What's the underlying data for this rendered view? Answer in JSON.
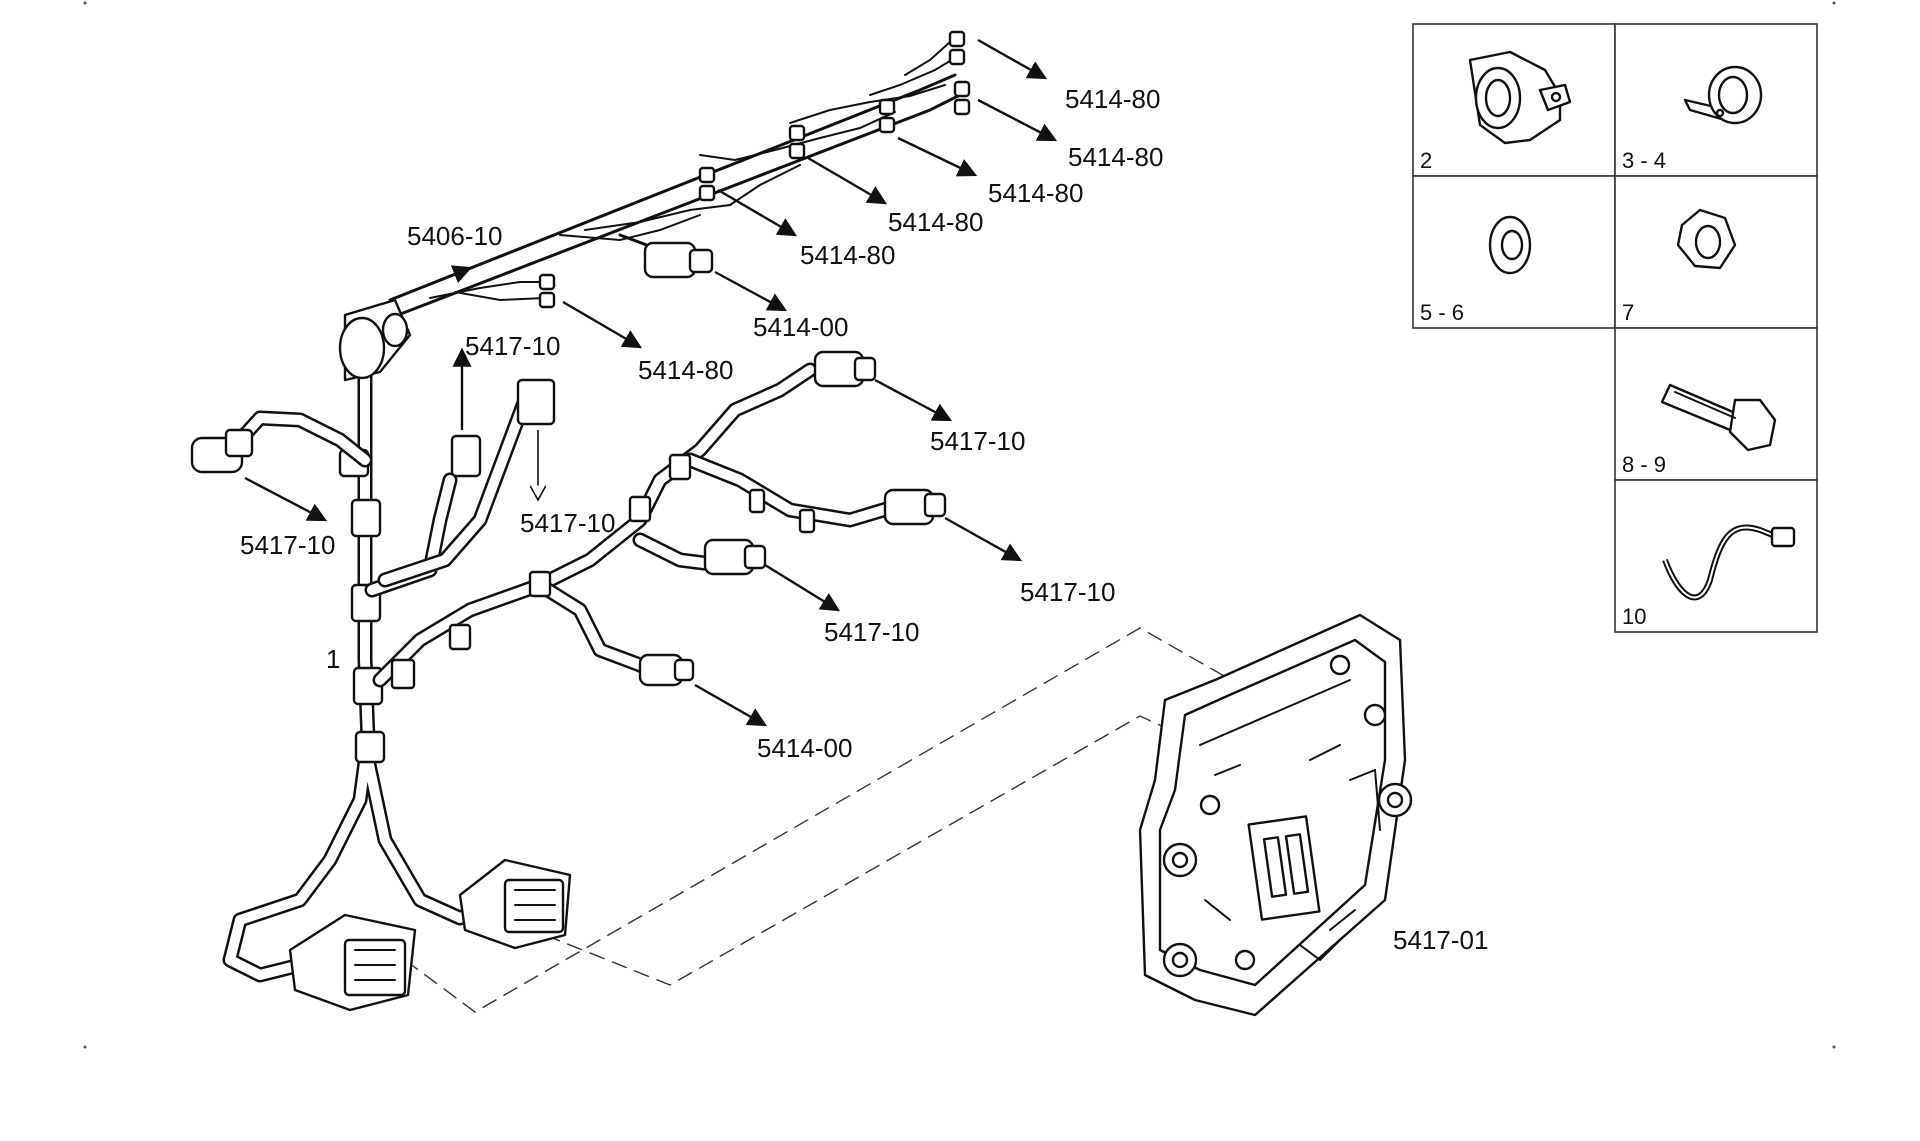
{
  "diagram": {
    "item_label_harness": "1",
    "callouts": [
      {
        "id": "c1",
        "text": "5414-80"
      },
      {
        "id": "c2",
        "text": "5414-80"
      },
      {
        "id": "c3",
        "text": "5414-80"
      },
      {
        "id": "c4",
        "text": "5414-80"
      },
      {
        "id": "c5",
        "text": "5414-80"
      },
      {
        "id": "c6",
        "text": "5406-10"
      },
      {
        "id": "c7",
        "text": "5414-00"
      },
      {
        "id": "c8",
        "text": "5417-10"
      },
      {
        "id": "c9",
        "text": "5414-80"
      },
      {
        "id": "c10",
        "text": "5417-10"
      },
      {
        "id": "c11",
        "text": "5417-10"
      },
      {
        "id": "c12",
        "text": "5417-10"
      },
      {
        "id": "c13",
        "text": "5417-10"
      },
      {
        "id": "c14",
        "text": "5417-10"
      },
      {
        "id": "c15",
        "text": "5414-00"
      },
      {
        "id": "c16",
        "text": "5417-01"
      }
    ],
    "legend": [
      {
        "label": "2",
        "icon": "clip-bracket-icon"
      },
      {
        "label": "3 - 4",
        "icon": "p-clamp-icon"
      },
      {
        "label": "5 - 6",
        "icon": "washer-icon"
      },
      {
        "label": "7",
        "icon": "nut-icon"
      },
      {
        "label": "8 - 9",
        "icon": "bolt-icon"
      },
      {
        "label": "10",
        "icon": "cable-tie-icon"
      }
    ]
  }
}
